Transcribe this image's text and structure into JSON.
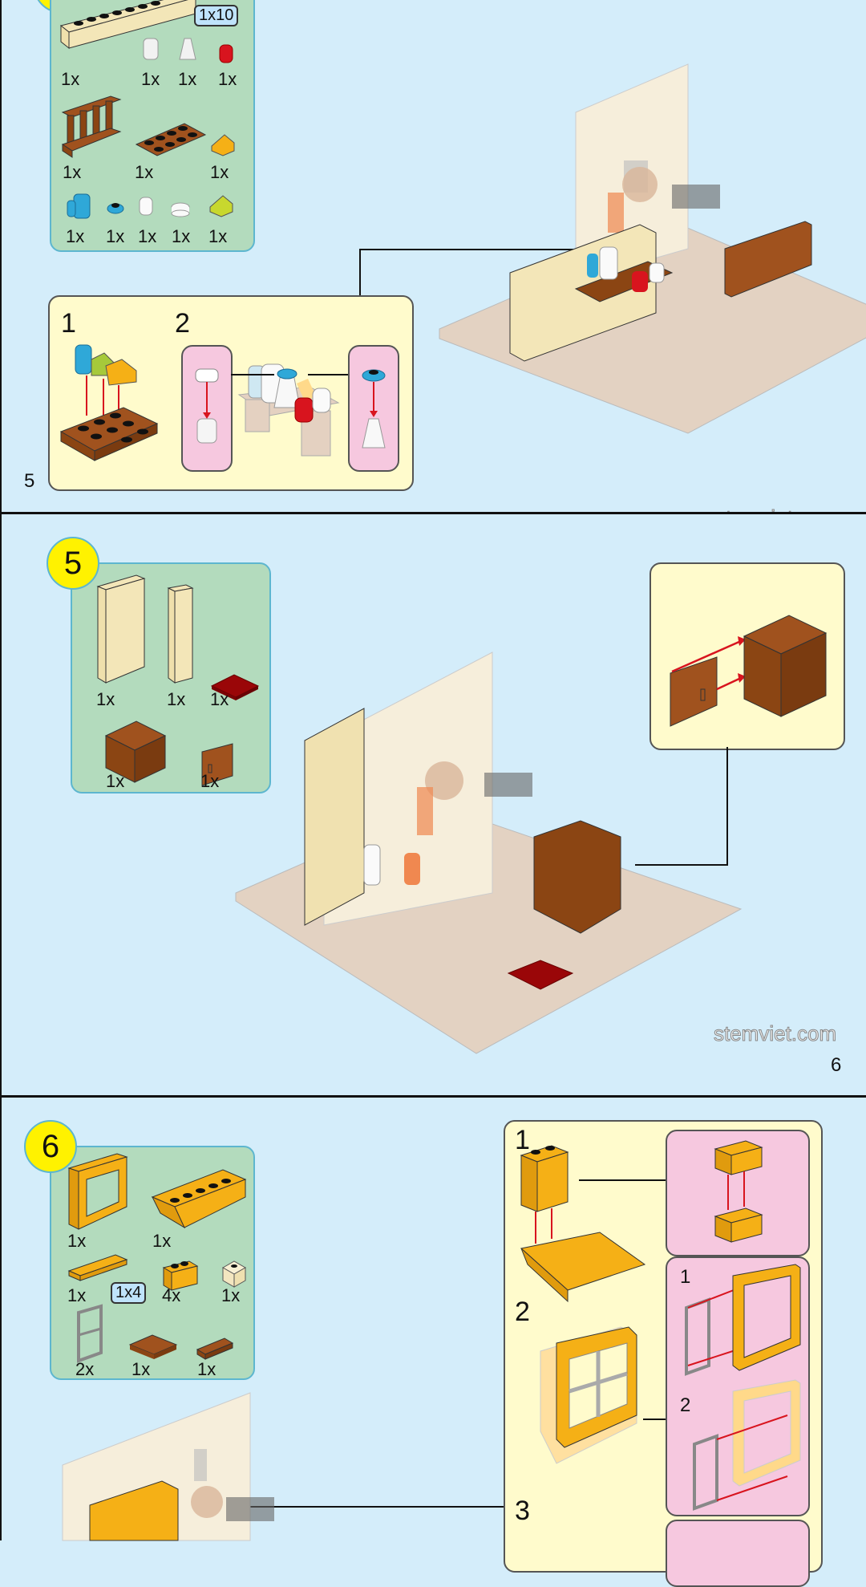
{
  "document": {
    "site_watermark": "stemviet.com",
    "colors": {
      "background": "#d4edfa",
      "parts_box": "#b3dbbd",
      "callout": "#fffbcc",
      "sub_callout": "#f6c8df",
      "step_badge": "#fff200",
      "arrow_red": "#d8141e"
    }
  },
  "panel1": {
    "page_number": "5",
    "parts": [
      {
        "name": "tan-brick-1x10",
        "qty": "1x",
        "size_tag": "1x10"
      },
      {
        "name": "trans-round-brick",
        "qty": "1x"
      },
      {
        "name": "trans-cone",
        "qty": "1x"
      },
      {
        "name": "red-round-brick",
        "qty": "1x"
      },
      {
        "name": "brown-fence",
        "qty": "1x"
      },
      {
        "name": "brown-plate-2x4",
        "qty": "1x"
      },
      {
        "name": "orange-slope",
        "qty": "1x"
      },
      {
        "name": "blue-cup",
        "qty": "1x"
      },
      {
        "name": "blue-round-plate",
        "qty": "1x"
      },
      {
        "name": "white-round-brick",
        "qty": "1x"
      },
      {
        "name": "white-round-tile",
        "qty": "1x"
      },
      {
        "name": "lime-slope",
        "qty": "1x"
      }
    ],
    "substeps": [
      "1",
      "2"
    ]
  },
  "panel2": {
    "step_number": "5",
    "page_number": "6",
    "parts": [
      {
        "name": "tan-panel-wide",
        "qty": "1x"
      },
      {
        "name": "tan-panel-narrow",
        "qty": "1x"
      },
      {
        "name": "dark-red-tile",
        "qty": "1x"
      },
      {
        "name": "brown-cupboard",
        "qty": "1x"
      },
      {
        "name": "brown-door",
        "qty": "1x"
      }
    ]
  },
  "panel3": {
    "step_number": "6",
    "parts": [
      {
        "name": "orange-window-frame",
        "qty": "1x"
      },
      {
        "name": "orange-inverted-slope",
        "qty": "1x"
      },
      {
        "name": "orange-tile-1x4",
        "qty": "1x",
        "size_tag": "1x4"
      },
      {
        "name": "orange-brick-1x2",
        "qty": "4x"
      },
      {
        "name": "tan-brick-1x1",
        "qty": "1x"
      },
      {
        "name": "gray-window-pane",
        "qty": "2x"
      },
      {
        "name": "brown-tile-2x2",
        "qty": "1x"
      },
      {
        "name": "brown-grille",
        "qty": "1x"
      }
    ],
    "substeps": [
      "1",
      "2",
      "3"
    ],
    "inner_substeps": [
      "1",
      "2"
    ]
  }
}
